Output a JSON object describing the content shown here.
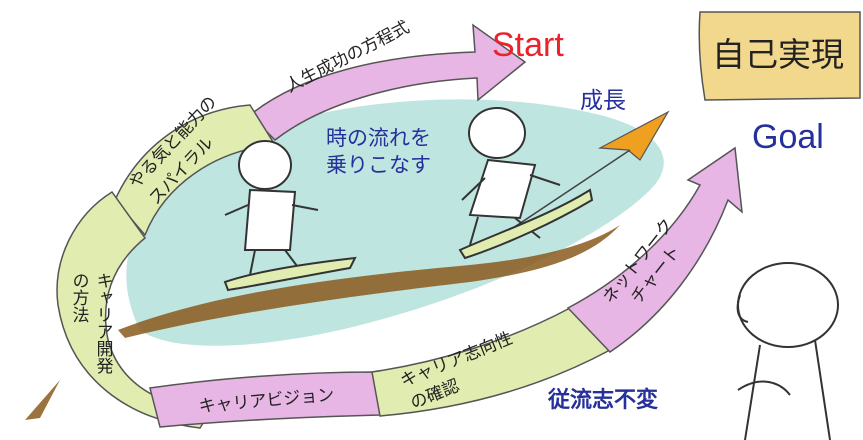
{
  "start_label": "Start",
  "goal_label": "Goal",
  "goal_box_label": "自己実現",
  "growth_label": "成長",
  "flow_label_line1": "時の流れを",
  "flow_label_line2": "乗りこなす",
  "motto_label": "従流志不変",
  "segments": {
    "life_formula": "人生成功の方程式",
    "spiral_line1": "やる気と能力の",
    "spiral_line2": "スパイラル",
    "career_dev_col1": "キャリア開発",
    "career_dev_col2": "の方法",
    "career_vision": "キャリアビジョン",
    "orientation_line1": "キャリア志向性",
    "orientation_line2": "の確認",
    "network_line1": "ネットワーク",
    "network_line2": "チャート"
  },
  "colors": {
    "start_red": "#e8232b",
    "text_blue": "#26309a",
    "wave_teal": "#a9dcd6",
    "pink_segment": "#e8b6e4",
    "green_segment": "#e0ecb0",
    "goal_box": "#f2d88c",
    "board_brown": "#8a5a1c",
    "arrow_orange": "#f0a020"
  }
}
